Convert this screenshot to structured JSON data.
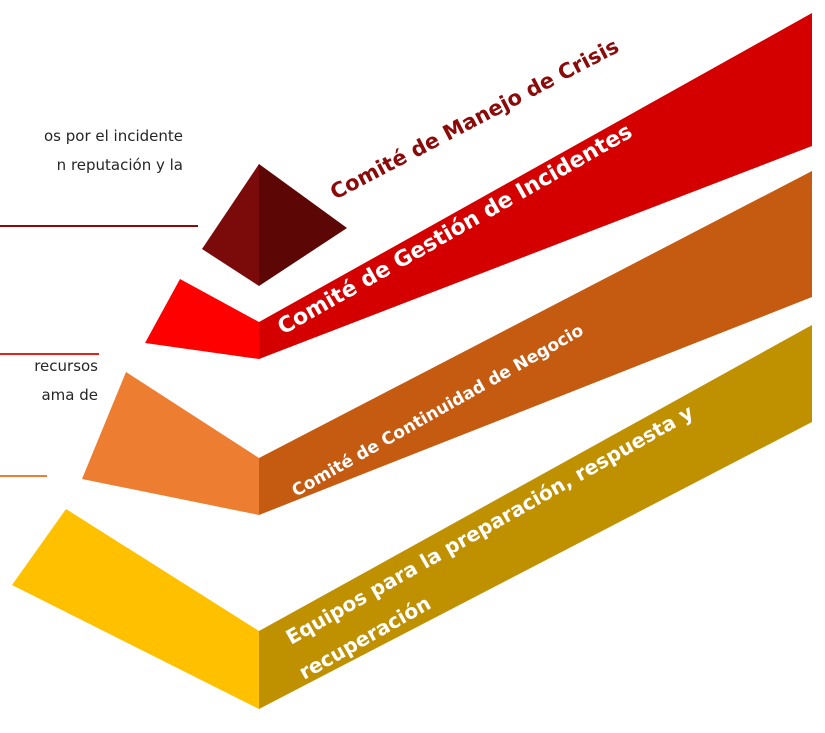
{
  "colors": {
    "tier1_left": "#7b0a0a",
    "tier1_right": "#5d0606",
    "tier1_label": "#8b0a0a",
    "tier2_left": "#ff0000",
    "tier2_band": "#d40000",
    "tier3_left": "#ed7d31",
    "tier3_band": "#c55a11",
    "tier4_left": "#ffc000",
    "tier4_band": "#bf9000",
    "line_dark": "#8b0a0a",
    "line_red": "#e2231a",
    "line_orange": "#ed7d31",
    "text": "#262626"
  },
  "tiers": [
    {
      "label_lines": [
        "Comité de Manejo de Crisis"
      ]
    },
    {
      "label_lines": [
        "Comité de Gestión de Incidentes"
      ]
    },
    {
      "label_lines": [
        "Comité  de Continuidad de Negocio"
      ]
    },
    {
      "label_lines": [
        "Equipos para la preparación, respuesta y",
        "recuperación"
      ]
    }
  ],
  "side_text": {
    "block1": [
      "os por el incidente",
      "n  reputación  y  la"
    ],
    "block2": [
      "recursos",
      "ama   de"
    ]
  }
}
